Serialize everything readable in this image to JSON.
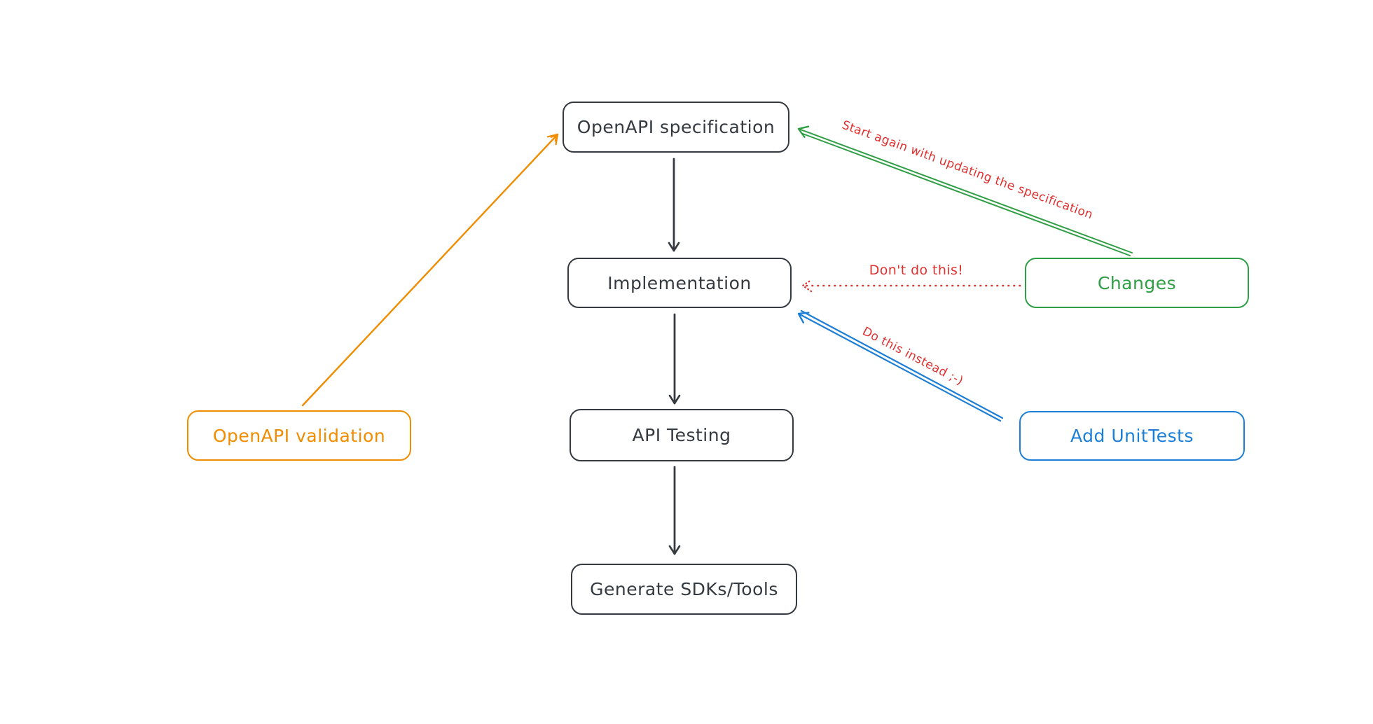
{
  "colors": {
    "dark": "#343a40",
    "orange": "#f08c00",
    "green": "#2f9e44",
    "blue": "#1c7ed6",
    "red": "#e03131",
    "background": "#ffffff"
  },
  "nodes": {
    "spec": {
      "label": "OpenAPI specification",
      "color": "#343a40"
    },
    "implementation": {
      "label": "Implementation",
      "color": "#343a40"
    },
    "api_testing": {
      "label": "API Testing",
      "color": "#343a40"
    },
    "generate_sdks": {
      "label": "Generate SDKs/Tools",
      "color": "#343a40"
    },
    "validation": {
      "label": "OpenAPI validation",
      "color": "#f08c00"
    },
    "changes": {
      "label": "Changes",
      "color": "#2f9e44"
    },
    "unittests": {
      "label": "Add UnitTests",
      "color": "#1c7ed6"
    }
  },
  "annotations": {
    "start_again": {
      "text": "Start again with updating the specification",
      "color": "#e03131"
    },
    "dont_do_this": {
      "text": "Don't do this!",
      "color": "#e03131"
    },
    "do_this_instead": {
      "text": "Do this instead ;-)",
      "color": "#e03131"
    }
  },
  "edges": [
    {
      "from": "spec",
      "to": "implementation",
      "style": "solid",
      "color": "#343a40",
      "label": ""
    },
    {
      "from": "implementation",
      "to": "api_testing",
      "style": "solid",
      "color": "#343a40",
      "label": ""
    },
    {
      "from": "api_testing",
      "to": "generate_sdks",
      "style": "solid",
      "color": "#343a40",
      "label": ""
    },
    {
      "from": "validation",
      "to": "spec",
      "style": "solid",
      "color": "#f08c00",
      "label": ""
    },
    {
      "from": "changes",
      "to": "spec",
      "style": "solid",
      "color": "#2f9e44",
      "label": "Start again with updating the specification"
    },
    {
      "from": "changes",
      "to": "implementation",
      "style": "dotted",
      "color": "#e03131",
      "label": "Don't do this!"
    },
    {
      "from": "unittests",
      "to": "implementation",
      "style": "solid",
      "color": "#1c7ed6",
      "label": "Do this instead ;-)"
    }
  ]
}
